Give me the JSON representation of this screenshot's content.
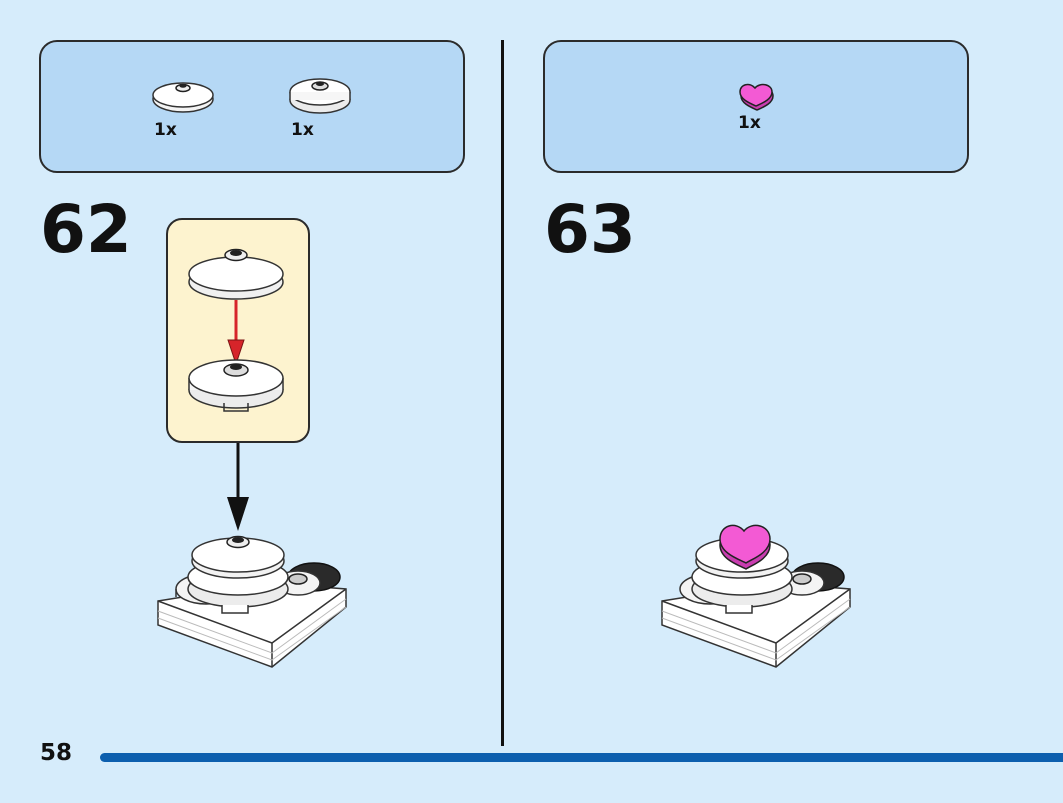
{
  "page": {
    "number": "58"
  },
  "steps": [
    {
      "number": "62",
      "parts": [
        {
          "name": "white-round-plate-with-hole",
          "qty": "1x"
        },
        {
          "name": "white-round-tile-with-stud",
          "qty": "1x"
        }
      ]
    },
    {
      "number": "63",
      "parts": [
        {
          "name": "pink-heart-tile",
          "qty": "1x"
        }
      ]
    }
  ],
  "colors": {
    "background": "#d6ecfb",
    "parts_box": "#b5d8f5",
    "subassembly_box": "#fdf3cf",
    "progress_bar": "#0d5fae",
    "arrow_red": "#d6242a",
    "heart_pink": "#f35ad4"
  }
}
